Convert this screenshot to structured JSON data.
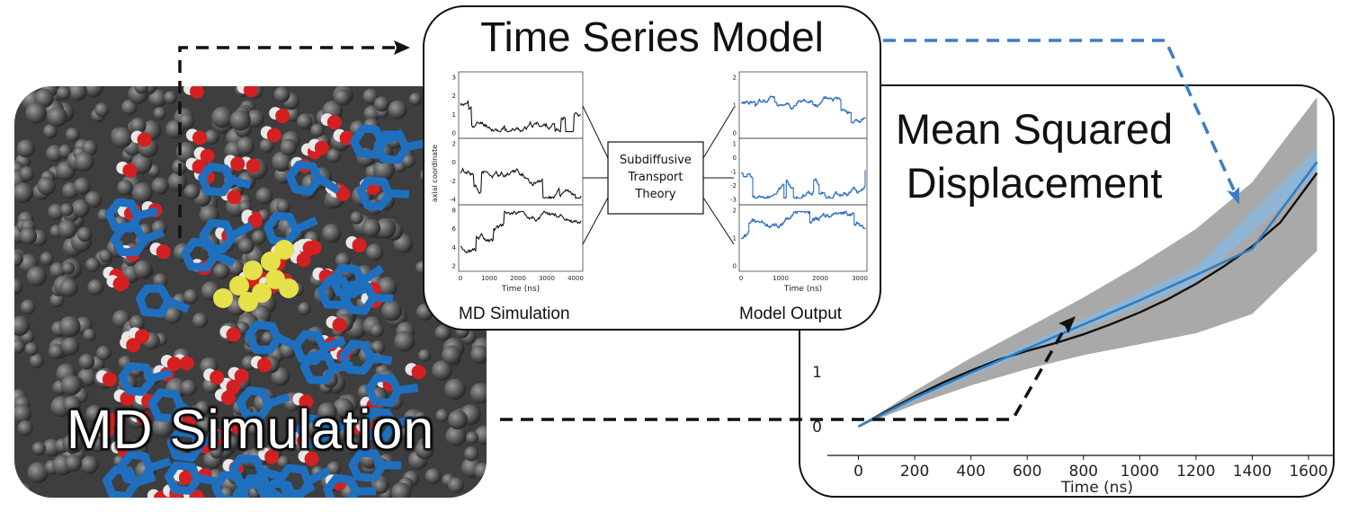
{
  "md_panel": {
    "title": "MD Simulation"
  },
  "ts_panel": {
    "title": "Time Series Model",
    "left_label": "MD Simulation",
    "right_label": "Model Output",
    "center_box": [
      "Subdiffusive",
      "Transport",
      "Theory"
    ],
    "left_plot": {
      "ylabel": "axial coordinate",
      "xlabel": "Time (ns)",
      "xticks": [
        "0",
        "1000",
        "2000",
        "3000",
        "4000"
      ],
      "panels": [
        {
          "yticks": [
            "3",
            "2",
            "1",
            "0"
          ]
        },
        {
          "yticks": [
            "2",
            "0",
            "-2",
            "-4"
          ]
        },
        {
          "yticks": [
            "8",
            "6",
            "4",
            "2"
          ]
        }
      ]
    },
    "right_plot": {
      "xlabel": "Time (ns)",
      "xticks": [
        "0",
        "1000",
        "2000",
        "3000"
      ],
      "panels": [
        {
          "yticks": [
            "2",
            "1",
            "0"
          ]
        },
        {
          "yticks": [
            "1",
            "0",
            "-1",
            "-2",
            "-3"
          ]
        },
        {
          "yticks": [
            "2",
            "1",
            "0"
          ]
        }
      ]
    }
  },
  "msd_panel": {
    "title_line1": "Mean Squared",
    "title_line2": "Displacement"
  },
  "chart_data": {
    "type": "line",
    "xlabel": "Time (ns)",
    "ylabel": "",
    "xlim": [
      -40,
      1680
    ],
    "ylim": [
      -0.1,
      6.2
    ],
    "xticks": [
      0,
      200,
      400,
      600,
      800,
      1000,
      1200,
      1400,
      1600
    ],
    "yticks": [
      0,
      1
    ],
    "series": [
      {
        "color": "#111111",
        "x": [
          0,
          100,
          200,
          300,
          400,
          500,
          600,
          700,
          800,
          900,
          1000,
          1100,
          1200,
          1300,
          1400,
          1500,
          1630
        ],
        "y": [
          0.0,
          0.28,
          0.55,
          0.8,
          1.02,
          1.22,
          1.38,
          1.52,
          1.68,
          1.87,
          2.08,
          2.32,
          2.6,
          2.92,
          3.28,
          3.72,
          4.62
        ]
      },
      {
        "color": "#2f7fc1",
        "x": [
          0,
          200,
          400,
          600,
          800,
          1000,
          1200,
          1400,
          1630
        ],
        "y": [
          0.0,
          0.52,
          0.98,
          1.42,
          1.86,
          2.3,
          2.76,
          3.24,
          4.82
        ]
      }
    ],
    "band_gray": {
      "x": [
        0,
        200,
        400,
        600,
        800,
        1000,
        1200,
        1400,
        1630
      ],
      "lower": [
        0.0,
        0.4,
        0.75,
        1.05,
        1.3,
        1.5,
        1.7,
        2.05,
        3.2
      ],
      "upper": [
        0.0,
        0.65,
        1.25,
        1.8,
        2.35,
        2.95,
        3.6,
        4.45,
        6.0
      ]
    },
    "band_blue": {
      "x": [
        0,
        400,
        800,
        1200,
        1630
      ],
      "lower": [
        0.0,
        0.92,
        1.78,
        2.62,
        4.6
      ],
      "upper": [
        0.0,
        1.04,
        1.96,
        2.92,
        5.06
      ]
    }
  },
  "colors": {
    "black_line": "#111111",
    "blue_line": "#2f7fc1",
    "gray_band": "#8c8c8c",
    "blue_band": "#8ab8df",
    "dashed_black": "#111111",
    "dashed_blue": "#3a7dc5",
    "md_background": "#3e3e3e"
  }
}
